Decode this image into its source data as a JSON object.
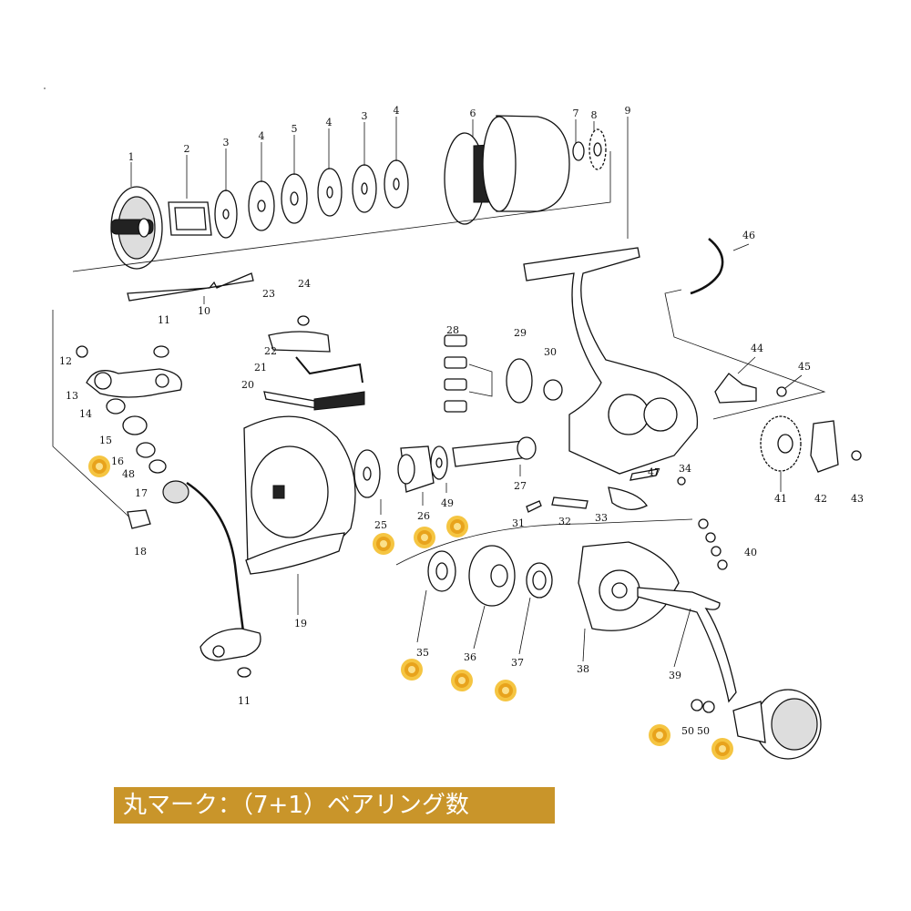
{
  "diagram": {
    "part_numbers": [
      "1",
      "2",
      "3",
      "4",
      "5",
      "4",
      "3",
      "4",
      "6",
      "7",
      "8",
      "9",
      "10",
      "11",
      "12",
      "13",
      "14",
      "15",
      "16",
      "48",
      "17",
      "18",
      "11",
      "19",
      "20",
      "21",
      "22",
      "23",
      "24",
      "25",
      "26",
      "49",
      "27",
      "28",
      "29",
      "30",
      "31",
      "32",
      "33",
      "34",
      "47",
      "44",
      "45",
      "46",
      "41",
      "42",
      "43",
      "35",
      "36",
      "37",
      "38",
      "39",
      "40",
      "50",
      "50"
    ],
    "bearing_marks": 9
  },
  "legend": {
    "text": "丸マーク：（7+1）ベアリング数",
    "color": "#c9952a"
  }
}
